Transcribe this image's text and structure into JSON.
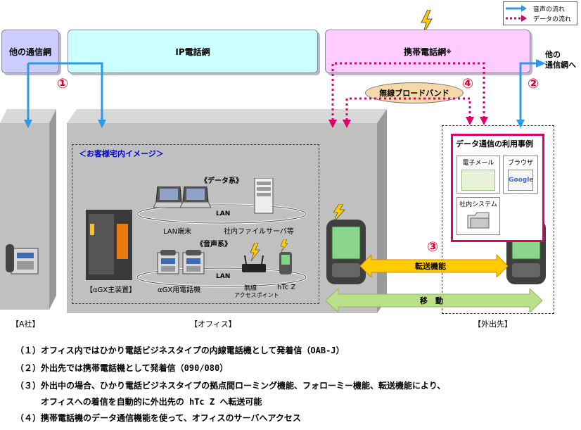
{
  "legend": {
    "voice": "音声の流れ",
    "data": "データの流れ"
  },
  "networks": {
    "other_left": "他の通信網",
    "ip": "IP電話網",
    "mobile": "携帯電話網",
    "mobile_mark": "※"
  },
  "other_right": {
    "line1": "他の",
    "line2": "通信網へ"
  },
  "broadband": "無線ブロードバンド",
  "premises_label": "＜お客様宅内イメージ＞",
  "data_group": "《データ系》",
  "voice_group": "《音声系》",
  "lan": "LAN",
  "labels": {
    "lan_terminal": "LAN端末",
    "file_server": "社内ファイルサーバ等",
    "main_unit": "【αGX主装置】",
    "gx_phone": "αGX用電話機",
    "wireless_ap1": "無線",
    "wireless_ap2": "アクセスポイント",
    "htcz": "hTc Z"
  },
  "usage": {
    "title": "データ通信の利用事例",
    "email": "電子メール",
    "browser": "ブラウザ",
    "system": "社内システム",
    "google": "Google"
  },
  "transfer": "転送機能",
  "move": "移　動",
  "sections": {
    "a_company": "【A社】",
    "office": "【オフィス】",
    "outside": "【外出先】"
  },
  "circles": {
    "c1": "①",
    "c2": "②",
    "c3": "③",
    "c4": "④"
  },
  "notes": [
    "（１）オフィス内ではひかり電話ビジネスタイプの内線電話機として発着信（OAB-J）",
    "（２）外出先では携帯電話機として発着信（090/080）",
    "（３）外出中の場合、ひかり電話ビジネスタイプの拠点間ローミング機能、フォローミー機能、転送機能により、",
    "　　　オフィスへの着信を自動的に外出先の hTc Z へ転送可能",
    "（４）携帯電話機のデータ通信機能を使って、オフィスのサーバへアクセス"
  ],
  "colors": {
    "voice_arrow": "#2b9be8",
    "data_arrow": "#e0006a",
    "circle": "#e0002a",
    "other_net": "#ccccff",
    "ip_net": "#ccffff",
    "mobile_net": "#ffccff",
    "transfer_bar": "#ffcc00",
    "move_bar": "#bbe08a",
    "usage_border": "#e0006a"
  }
}
